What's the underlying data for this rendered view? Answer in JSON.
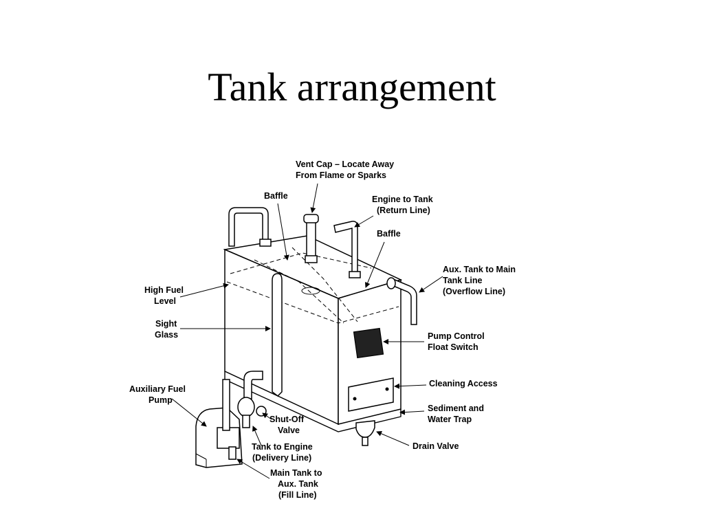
{
  "slide": {
    "title": "Tank arrangement"
  },
  "labels": {
    "vent_cap": [
      "Vent Cap – Locate Away",
      "From Flame or Sparks"
    ],
    "baffle_left": [
      "Baffle"
    ],
    "engine_to_tank": [
      "Engine to Tank",
      "(Return Line)"
    ],
    "baffle_right": [
      "Baffle"
    ],
    "aux_to_main": [
      "Aux. Tank to Main",
      "Tank Line",
      "(Overflow Line)"
    ],
    "high_fuel": [
      "High Fuel",
      "Level"
    ],
    "sight_glass": [
      "Sight",
      "Glass"
    ],
    "pump_control": [
      "Pump Control",
      "Float Switch"
    ],
    "cleaning_access": [
      "Cleaning Access"
    ],
    "aux_fuel_pump": [
      "Auxiliary Fuel",
      "Pump"
    ],
    "sediment": [
      "Sediment and",
      "Water Trap"
    ],
    "shut_off": [
      "Shut-Off",
      "Valve"
    ],
    "drain_valve": [
      "Drain Valve"
    ],
    "tank_to_engine": [
      "Tank to Engine",
      "(Delivery Line)"
    ],
    "main_to_aux": [
      "Main Tank to",
      "Aux. Tank",
      "(Fill Line)"
    ]
  }
}
